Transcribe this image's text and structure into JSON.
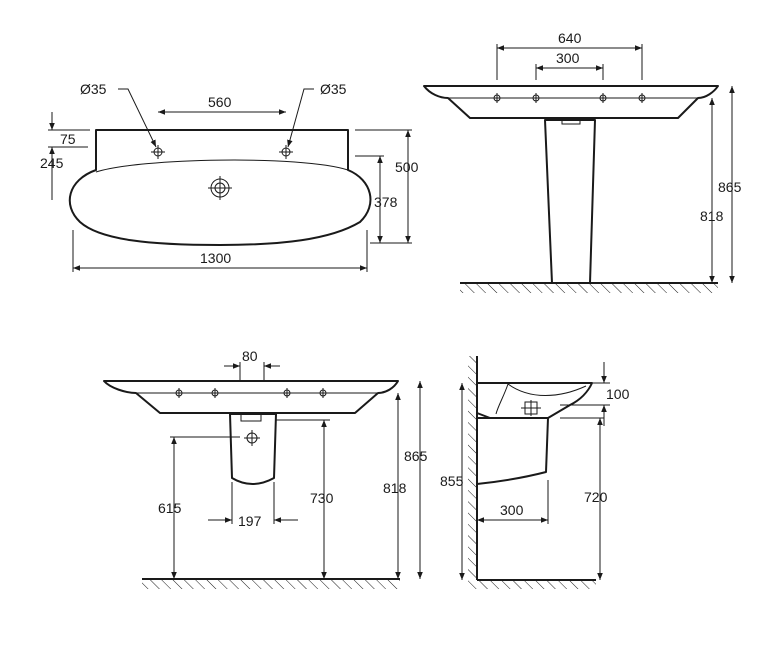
{
  "dimensions": {
    "top_view": {
      "tap_hole_left": "Ø35",
      "tap_hole_right": "Ø35",
      "tap_spacing": "560",
      "back_height": "75",
      "front_depth": "245",
      "total_depth": "500",
      "bowl_depth": "378",
      "width": "1300"
    },
    "side_view_pedestal": {
      "fixing_span_outer": "640",
      "fixing_span_inner": "300",
      "total_height": "865",
      "pedestal_height": "818"
    },
    "front_view_semi_pedestal": {
      "fixing_spacing": "80",
      "trap_height": "615",
      "trap_width": "197",
      "shroud_height": "730",
      "basin_rim_height": "818",
      "total_height": "865"
    },
    "profile_view": {
      "depth_rim": "100",
      "wall_height": "855",
      "projection": "300",
      "shroud_bottom": "720"
    }
  },
  "colors": {
    "line": "#1a1a1a",
    "background": "#ffffff"
  }
}
